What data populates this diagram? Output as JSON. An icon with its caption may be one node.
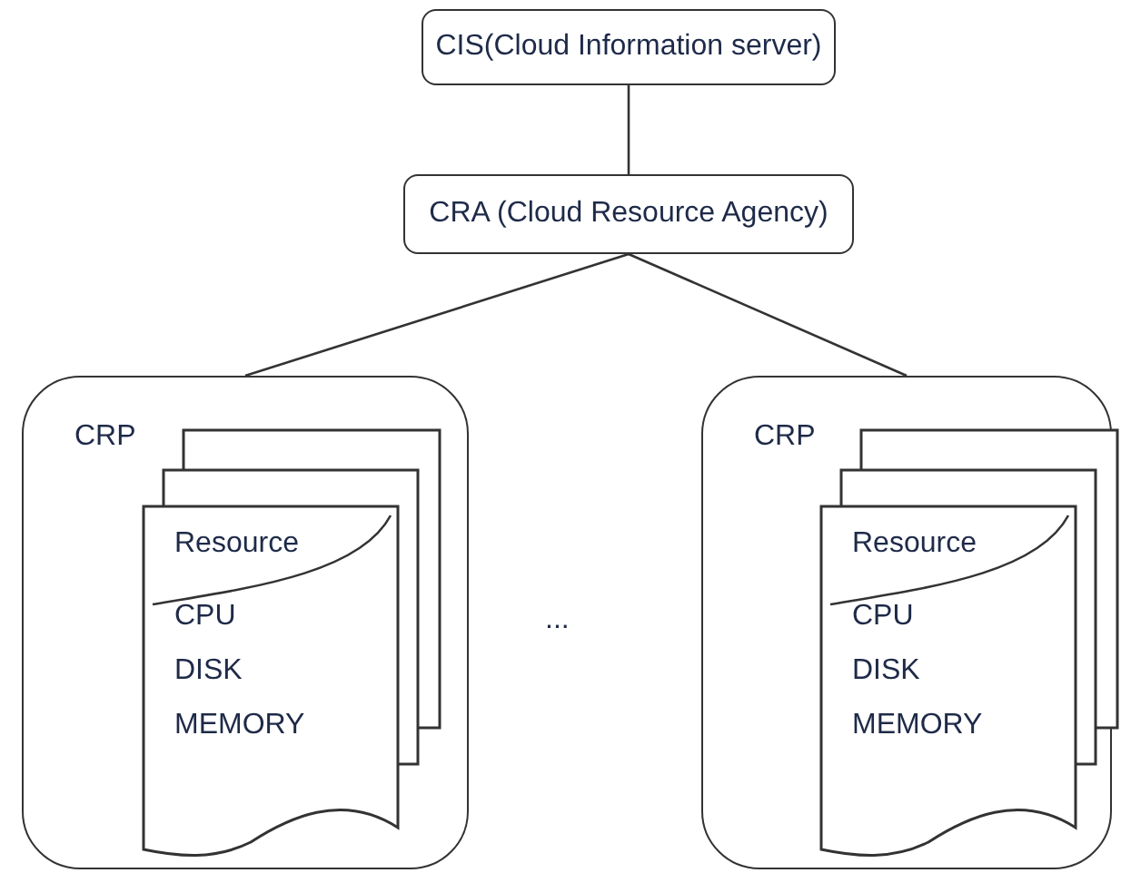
{
  "diagram": {
    "nodes": [
      {
        "text": [
          "CIS(Cloud Information server)"
        ]
      },
      {
        "text": [
          "CRA (Cloud Resource Agency)"
        ]
      },
      {
        "text": [
          "CRP"
        ]
      },
      {
        "text": [
          "Resource",
          "CPU",
          "DISK",
          "MEMORY"
        ],
        "in": 2
      },
      {
        "text": [
          "CRP"
        ]
      },
      {
        "text": [
          "Resource",
          "CPU",
          "DISK",
          "MEMORY"
        ],
        "in": 4
      }
    ],
    "edges": [
      {
        "from": 0,
        "to": 1,
        "arrow": "none"
      },
      {
        "from": 1,
        "to": 2,
        "arrow": "none"
      },
      {
        "from": 1,
        "to": 4,
        "arrow": "none"
      }
    ],
    "labels": [
      "..."
    ]
  }
}
